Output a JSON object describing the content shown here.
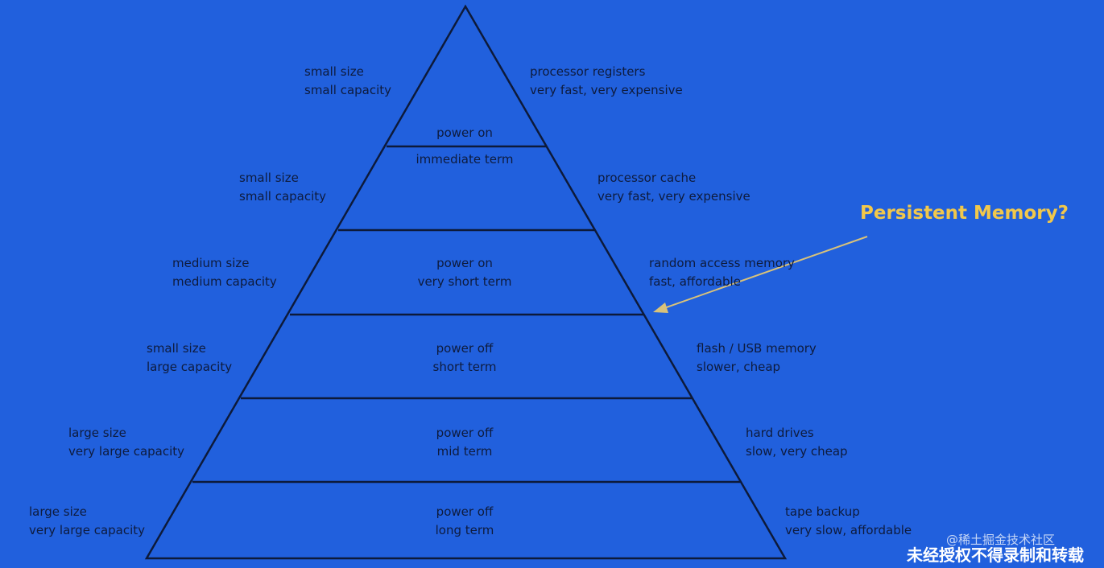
{
  "levels": [
    {
      "left": [
        "small size",
        "small capacity"
      ],
      "center": [
        "power on"
      ],
      "right": [
        "processor registers",
        "very fast, very expensive"
      ]
    },
    {
      "left": [
        "small size",
        "small capacity"
      ],
      "center": [
        "immediate term"
      ],
      "right": [
        "processor cache",
        "very fast, very expensive"
      ]
    },
    {
      "left": [
        "medium size",
        "medium capacity"
      ],
      "center": [
        "power on",
        "very short term"
      ],
      "right": [
        "random access memory",
        "fast, affordable"
      ]
    },
    {
      "left": [
        "small size",
        "large capacity"
      ],
      "center": [
        "power off",
        "short term"
      ],
      "right": [
        "flash / USB memory",
        "slower, cheap"
      ]
    },
    {
      "left": [
        "large size",
        "very large capacity"
      ],
      "center": [
        "power off",
        "mid term"
      ],
      "right": [
        "hard drives",
        "slow, very cheap"
      ]
    },
    {
      "left": [
        "large size",
        "very large capacity"
      ],
      "center": [
        "power off",
        "long term"
      ],
      "right": [
        "tape backup",
        "very slow, affordable"
      ]
    }
  ],
  "callout": {
    "text": "Persistent Memory?"
  },
  "watermark": {
    "line1": "@稀土掘金技术社区",
    "line2": "未经授权不得录制和转载"
  },
  "colors": {
    "background": "#2160dd",
    "lines": "#0d1a3a",
    "callout": "#f2c84b",
    "arrow": "#d9c27a"
  }
}
